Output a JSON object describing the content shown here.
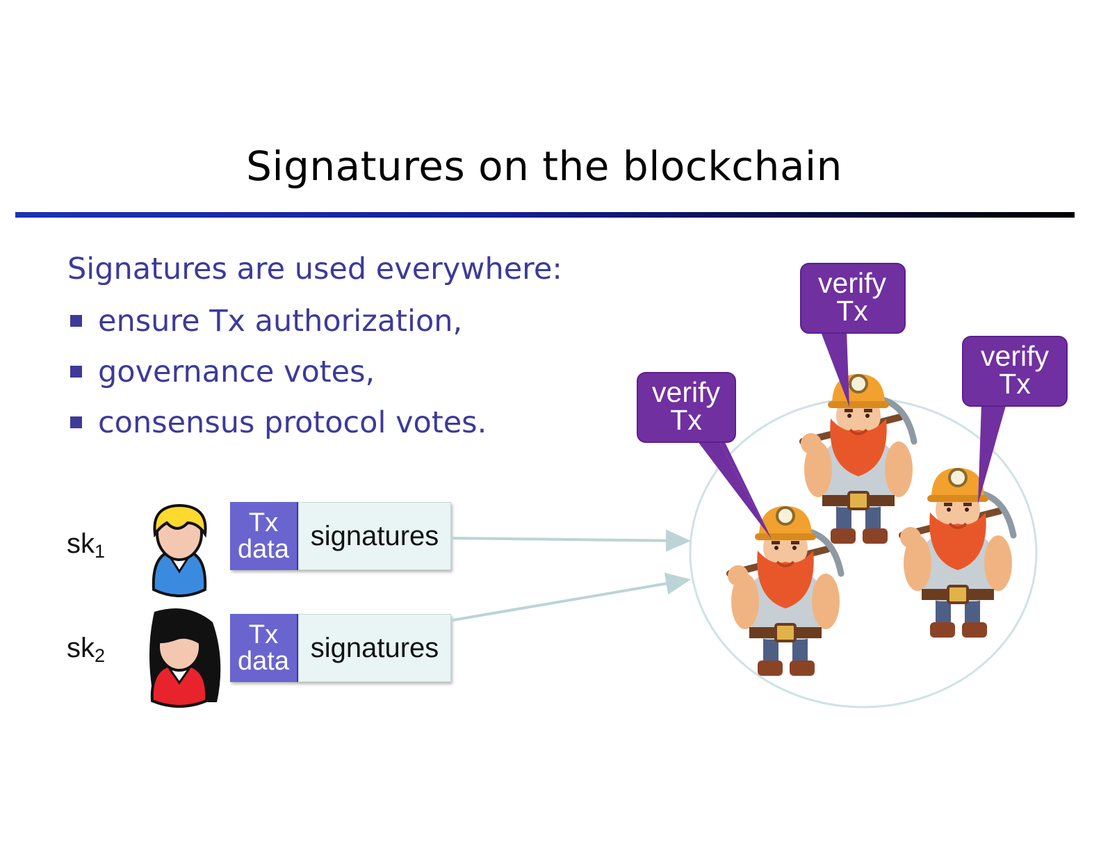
{
  "slide": {
    "title": "Signatures on the blockchain",
    "intro": "Signatures are used everywhere:",
    "bullets": [
      "ensure Tx authorization,",
      "governance votes,",
      "consensus protocol votes."
    ]
  },
  "senders": [
    {
      "key_base": "sk",
      "key_sub": "1",
      "avatar": "user-blonde-blue-shirt-icon"
    },
    {
      "key_base": "sk",
      "key_sub": "2",
      "avatar": "user-black-hair-red-shirt-icon"
    }
  ],
  "transactions": [
    {
      "data_line1": "Tx",
      "data_line2": "data",
      "sig_label": "signatures"
    },
    {
      "data_line1": "Tx",
      "data_line2": "data",
      "sig_label": "signatures"
    }
  ],
  "verifiers": [
    {
      "line1": "verify",
      "line2": "Tx",
      "icon": "miner-icon"
    },
    {
      "line1": "verify",
      "line2": "Tx",
      "icon": "miner-icon"
    },
    {
      "line1": "verify",
      "line2": "Tx",
      "icon": "miner-icon"
    }
  ],
  "colors": {
    "title_rule_start": "#1d33b5",
    "title_rule_end": "#000000",
    "body_text": "#3d3a9a",
    "tx_data_fill": "#6a64cf",
    "signature_fill": "#e9f4f4",
    "bubble_fill": "#7030a0",
    "network_circle": "#cfe3e3",
    "arrow": "#bcd4d6"
  }
}
